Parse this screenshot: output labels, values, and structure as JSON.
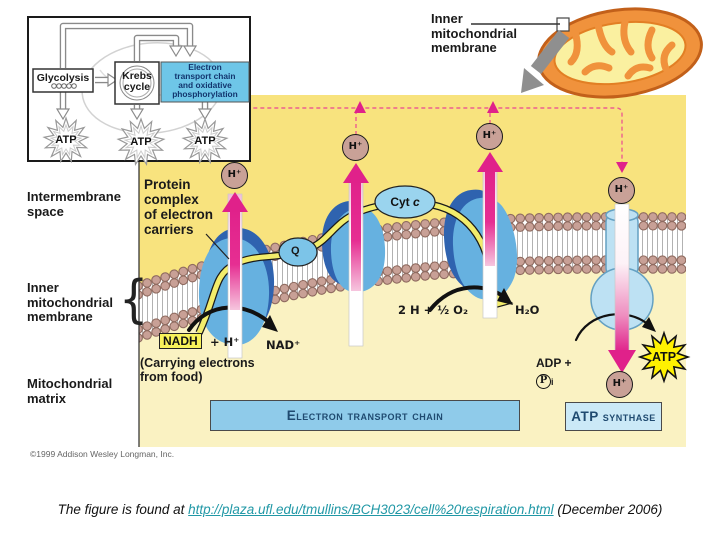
{
  "figure": {
    "inset": {
      "glycolysis": "Glycolysis",
      "krebs": "Krebs\ncycle",
      "etc_box": "Electron\ntransport chain\nand oxidative\nphosphorylation",
      "atp": "ATP"
    },
    "callout_inner_membrane": "Inner\nmitochondrial\nmembrane",
    "left_labels": {
      "intermembrane": "Intermembrane\nspace",
      "inner_membrane": "Inner\nmitochondrial\nmembrane",
      "matrix": "Mitochondrial\nmatrix",
      "brace": "{"
    },
    "diagram": {
      "protein_complex": "Protein\ncomplex\nof electron\ncarriers",
      "h_plus": "H⁺",
      "q": "Q",
      "cyt": "Cyt",
      "cyt_c_italic": "c",
      "nadh": "NADH",
      "plus_h": "+ H⁺",
      "nad": "NAD⁺",
      "carrying": "(Carrying electrons\nfrom food)",
      "reaction_left": "2 H + ½ O₂",
      "reaction_right": "H₂O",
      "adp": "ADP +",
      "p_circle": "P",
      "p_sub": "i",
      "atp_burst": "ATP"
    },
    "bottom_boxes": {
      "etc": "Electron transport chain",
      "synthase": "ATP synthase"
    },
    "copyright": "©1999 Addison Wesley Longman, Inc."
  },
  "caption": {
    "prefix": "The figure is found at ",
    "link": "http://plaza.ufl.edu/tmullins/BCH3023/cell%20respiration.html",
    "suffix": " (December 2006)"
  },
  "colors": {
    "intermembrane_yellow": "#F8E37E",
    "matrix_cream": "#FAF2C2",
    "proton_magenta": "#E0218A",
    "complex_blue": "#66B1E0",
    "synthase_blue": "#BDE1F3",
    "membrane_head_tan": "#C8A096",
    "inset_box_blue": "#6EC6E8",
    "etc_label_blue": "#8FCBEA",
    "atp_yellow": "#FFF101",
    "link_teal": "#2198A6"
  }
}
